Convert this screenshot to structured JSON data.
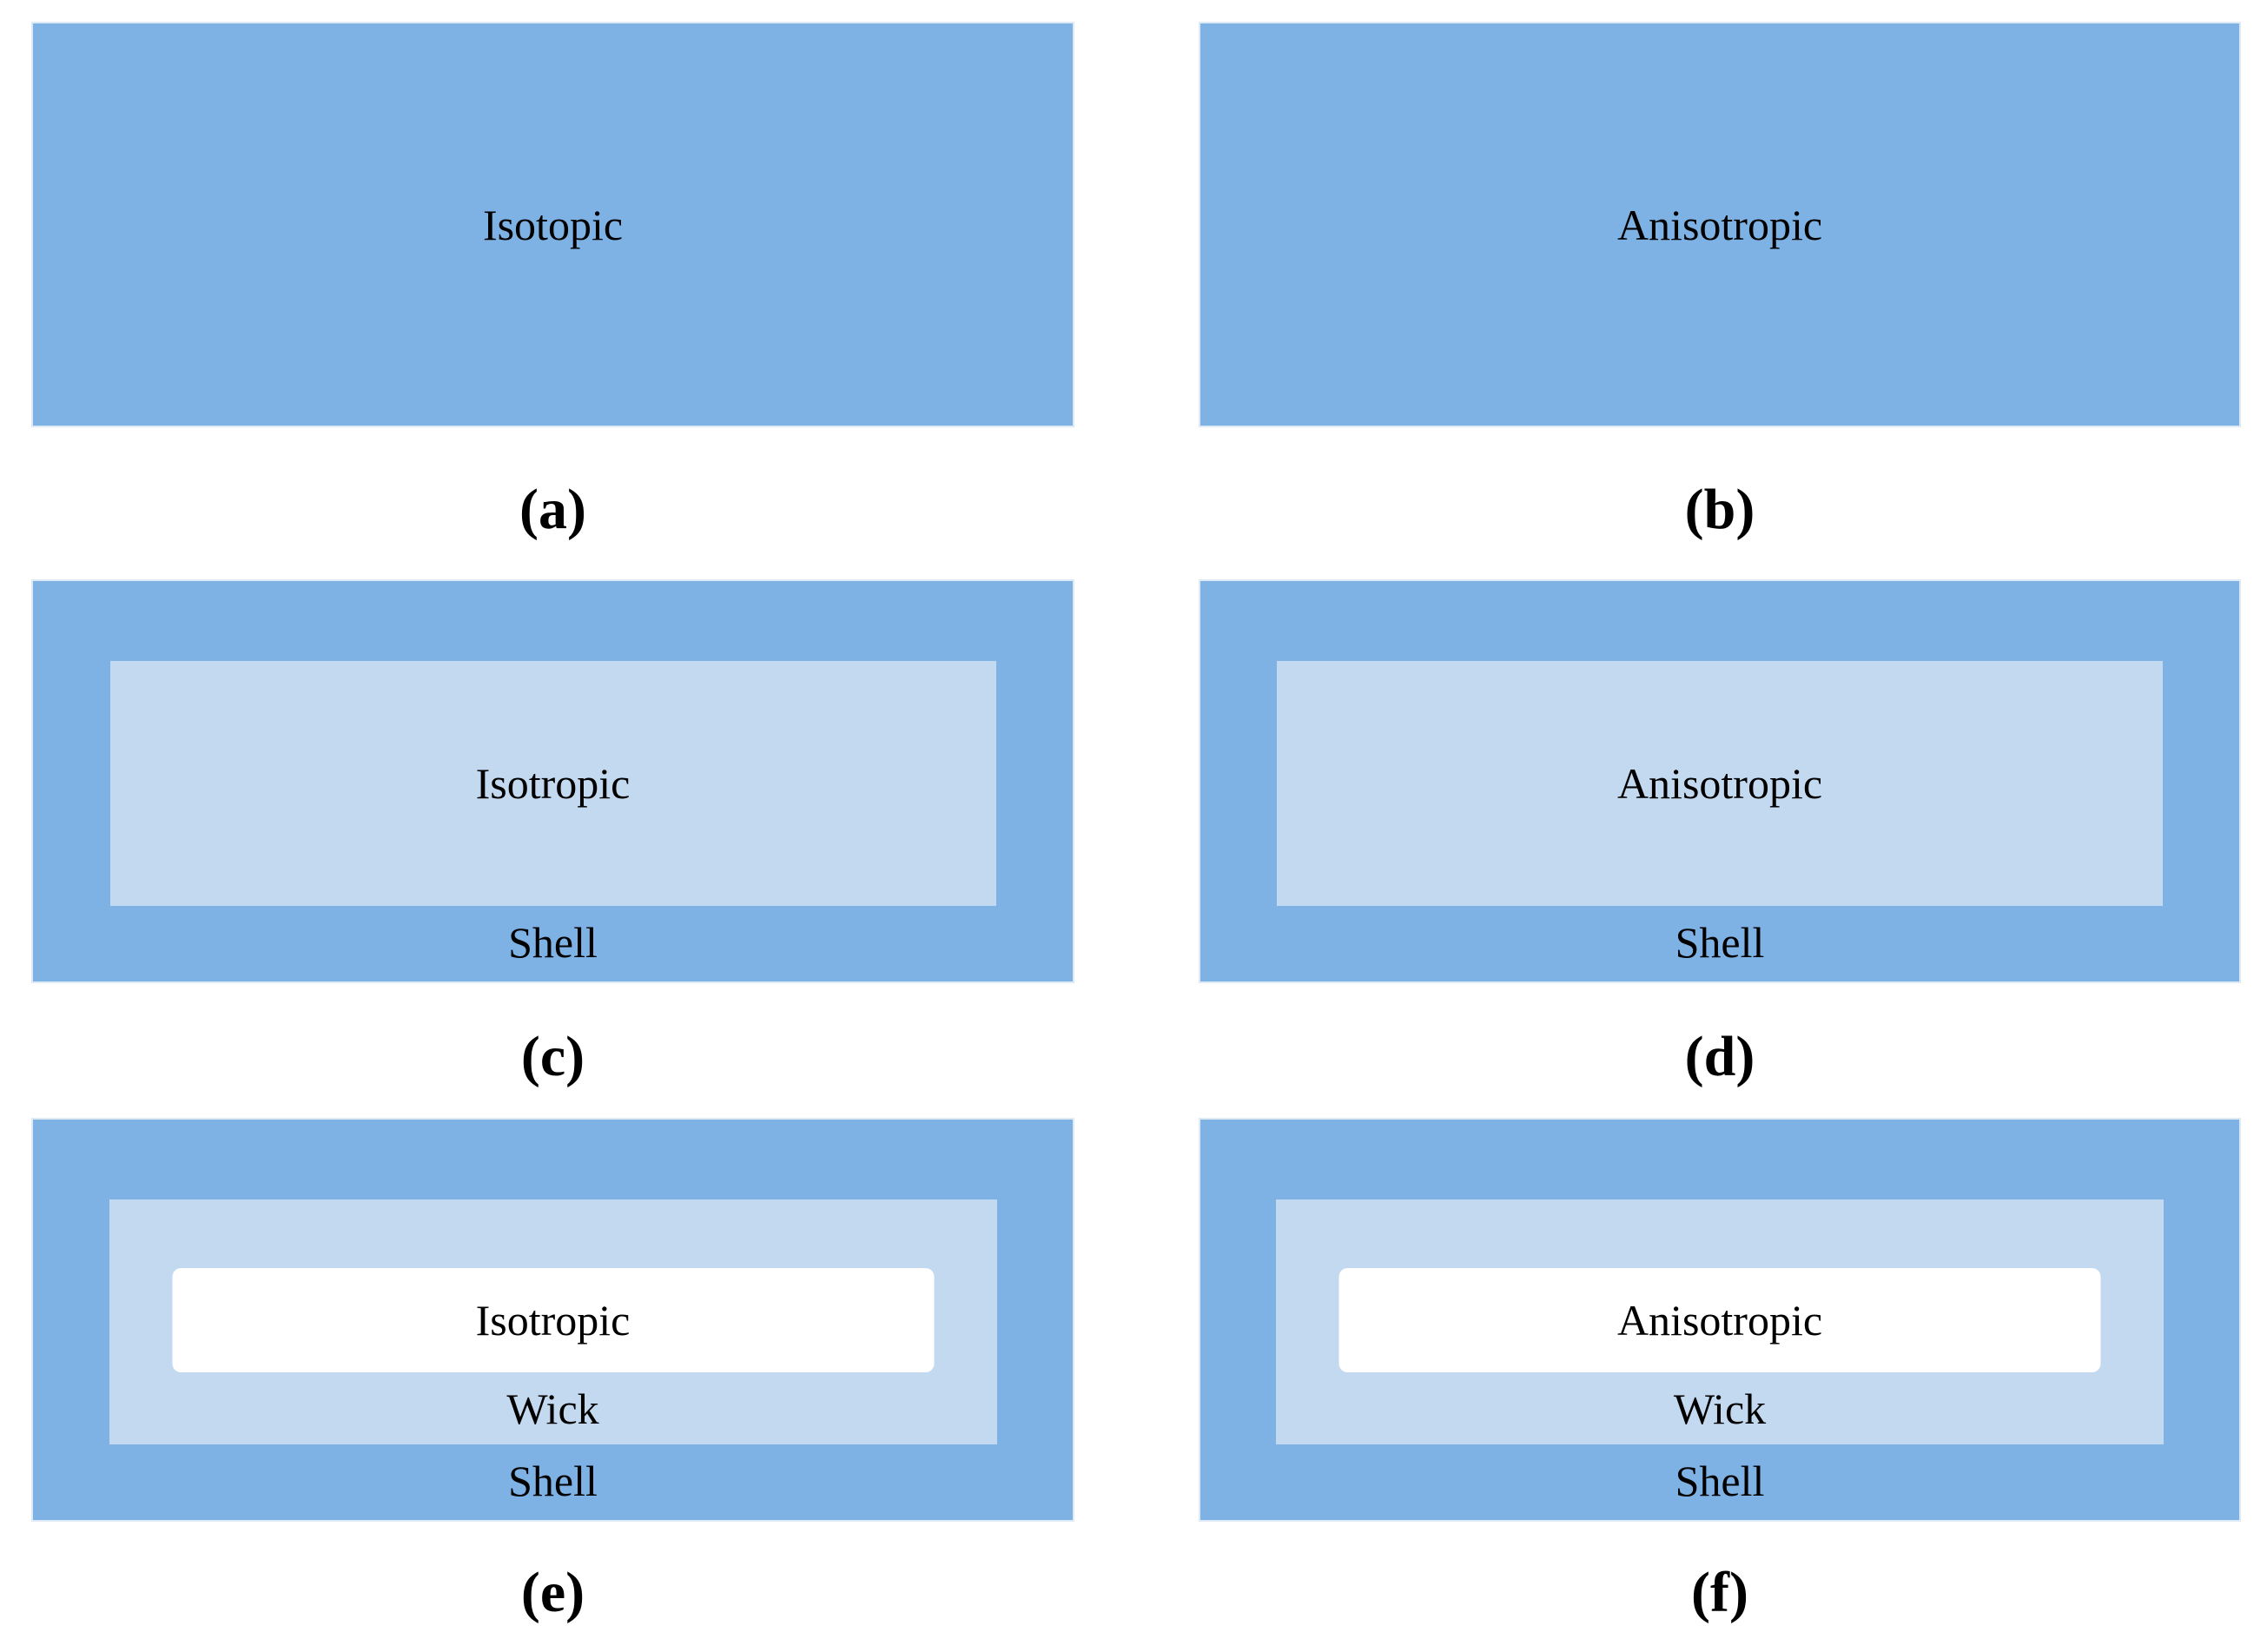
{
  "colors": {
    "shell_blue": "#7EB1E4",
    "wick_light": "#C3D9F0",
    "core_white": "#FFFFFF"
  },
  "panels": [
    {
      "caption": "(a)",
      "core_label": "Isotopic"
    },
    {
      "caption": "(b)",
      "core_label": "Anisotropic"
    },
    {
      "caption": "(c)",
      "core_label": "Isotropic",
      "shell_label": "Shell"
    },
    {
      "caption": "(d)",
      "core_label": "Anisotropic",
      "shell_label": "Shell"
    },
    {
      "caption": "(e)",
      "core_label": "Isotropic",
      "wick_label": "Wick",
      "shell_label": "Shell"
    },
    {
      "caption": "(f)",
      "core_label": "Anisotropic",
      "wick_label": "Wick",
      "shell_label": "Shell"
    }
  ]
}
